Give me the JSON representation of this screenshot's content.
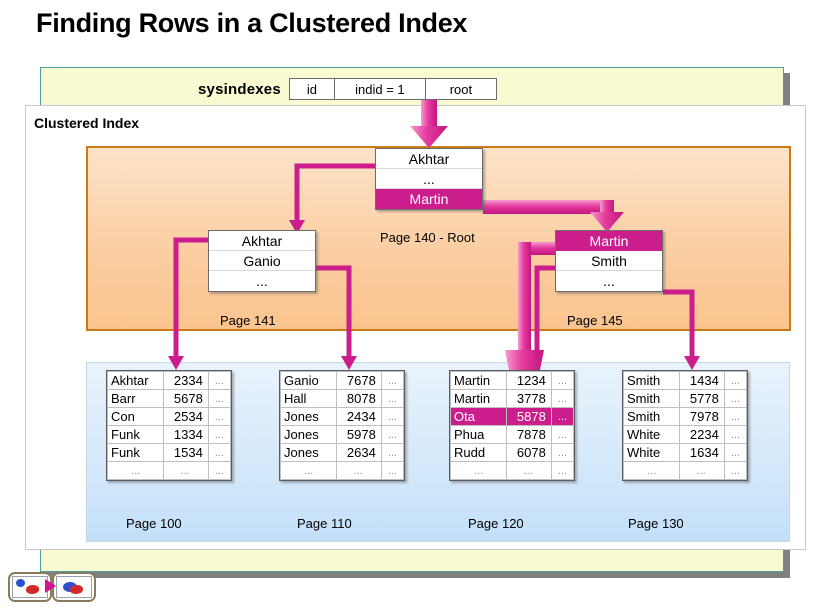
{
  "title": "Finding Rows in a Clustered Index",
  "sysindexes": {
    "label": "sysindexes",
    "cells": [
      "id",
      "indid = 1",
      "root"
    ]
  },
  "clustered_panel": {
    "title": "Clustered Index"
  },
  "index_nodes": [
    {
      "id": "root",
      "caption": "Page 140 - Root",
      "rows": [
        {
          "text": "Akhtar",
          "highlighted": false
        },
        {
          "text": "...",
          "highlighted": false
        },
        {
          "text": "Martin",
          "highlighted": true
        }
      ]
    },
    {
      "id": "p141",
      "caption": "Page 141",
      "rows": [
        {
          "text": "Akhtar",
          "highlighted": false
        },
        {
          "text": "Ganio",
          "highlighted": false
        },
        {
          "text": "...",
          "highlighted": false
        }
      ]
    },
    {
      "id": "p145",
      "caption": "Page 145",
      "rows": [
        {
          "text": "Martin",
          "highlighted": true
        },
        {
          "text": "Smith",
          "highlighted": false
        },
        {
          "text": "...",
          "highlighted": false
        }
      ]
    }
  ],
  "data_pages": [
    {
      "id": "p100",
      "caption": "Page 100",
      "rows": [
        {
          "name": "Akhtar",
          "value": "2334",
          "more": "...",
          "highlighted": false
        },
        {
          "name": "Barr",
          "value": "5678",
          "more": "...",
          "highlighted": false
        },
        {
          "name": "Con",
          "value": "2534",
          "more": "...",
          "highlighted": false
        },
        {
          "name": "Funk",
          "value": "1334",
          "more": "...",
          "highlighted": false
        },
        {
          "name": "Funk",
          "value": "1534",
          "more": "...",
          "highlighted": false
        },
        {
          "name": "...",
          "value": "...",
          "more": "...",
          "highlighted": false
        }
      ]
    },
    {
      "id": "p110",
      "caption": "Page 110",
      "rows": [
        {
          "name": "Ganio",
          "value": "7678",
          "more": "...",
          "highlighted": false
        },
        {
          "name": "Hall",
          "value": "8078",
          "more": "...",
          "highlighted": false
        },
        {
          "name": "Jones",
          "value": "2434",
          "more": "...",
          "highlighted": false
        },
        {
          "name": "Jones",
          "value": "5978",
          "more": "...",
          "highlighted": false
        },
        {
          "name": "Jones",
          "value": "2634",
          "more": "...",
          "highlighted": false
        },
        {
          "name": "...",
          "value": "...",
          "more": "...",
          "highlighted": false
        }
      ]
    },
    {
      "id": "p120",
      "caption": "Page 120",
      "rows": [
        {
          "name": "Martin",
          "value": "1234",
          "more": "...",
          "highlighted": false
        },
        {
          "name": "Martin",
          "value": "3778",
          "more": "...",
          "highlighted": false
        },
        {
          "name": "Ota",
          "value": "5878",
          "more": "...",
          "highlighted": true
        },
        {
          "name": "Phua",
          "value": "7878",
          "more": "...",
          "highlighted": false
        },
        {
          "name": "Rudd",
          "value": "6078",
          "more": "...",
          "highlighted": false
        },
        {
          "name": "...",
          "value": "...",
          "more": "...",
          "highlighted": false
        }
      ]
    },
    {
      "id": "p130",
      "caption": "Page 130",
      "rows": [
        {
          "name": "Smith",
          "value": "1434",
          "more": "...",
          "highlighted": false
        },
        {
          "name": "Smith",
          "value": "5778",
          "more": "...",
          "highlighted": false
        },
        {
          "name": "Smith",
          "value": "7978",
          "more": "...",
          "highlighted": false
        },
        {
          "name": "White",
          "value": "2234",
          "more": "...",
          "highlighted": false
        },
        {
          "name": "White",
          "value": "1634",
          "more": "...",
          "highlighted": false
        },
        {
          "name": "...",
          "value": "...",
          "more": "...",
          "highlighted": false
        }
      ]
    }
  ],
  "colors": {
    "highlight": "#cc1d8d",
    "connector": "#cc1d8d",
    "index_level_fill": "#fbcb9d",
    "index_level_border": "#cc7a16",
    "data_level_fill": "#cfe6fa",
    "panel_yellow": "#fafad2"
  },
  "nav": {
    "previous_label": "previous-slide",
    "next_label": "next-slide"
  }
}
